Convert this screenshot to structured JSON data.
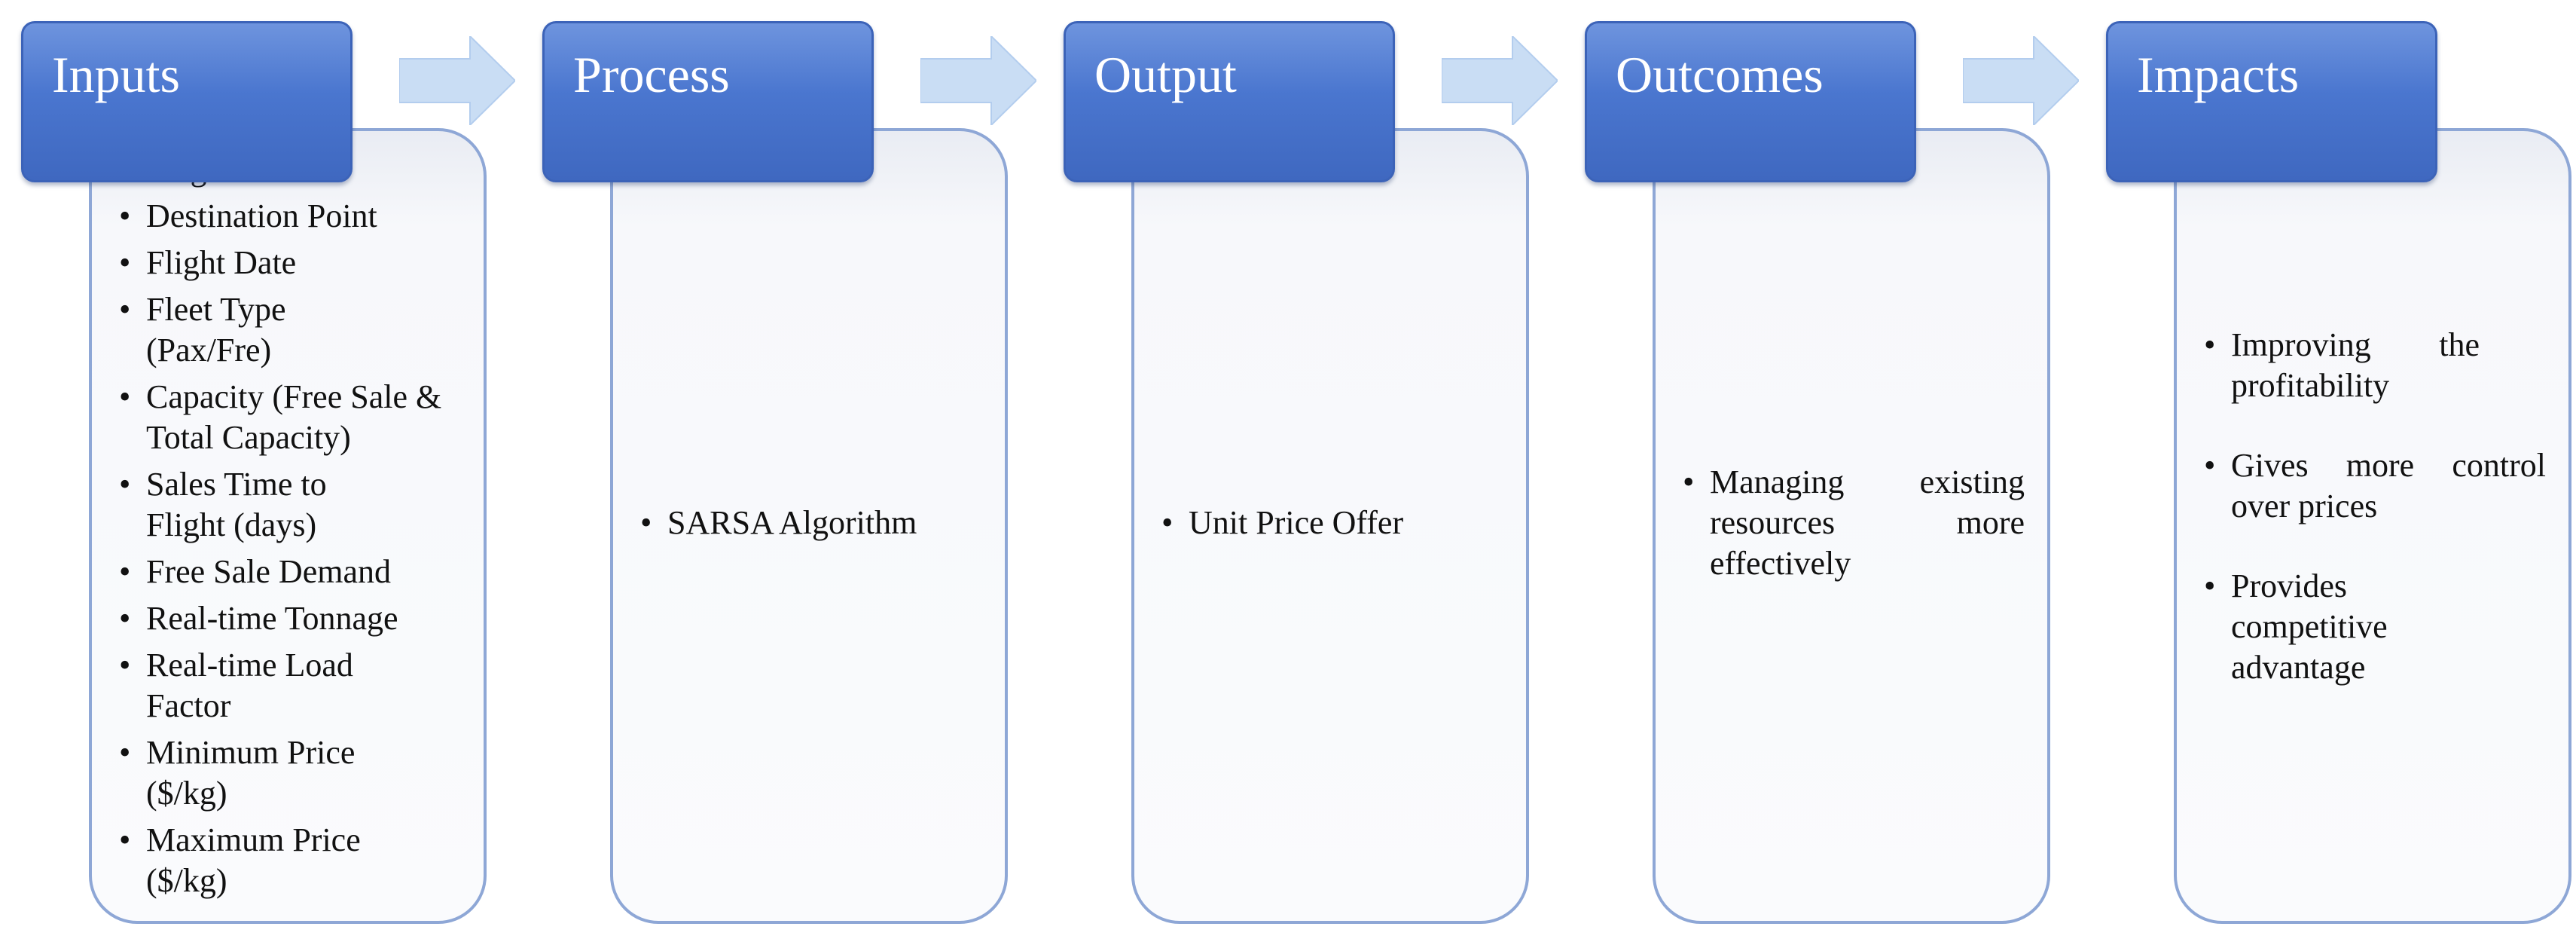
{
  "stages": [
    {
      "id": "inputs",
      "title": "Inputs",
      "items": [
        "Origin Point",
        "Destination Point",
        "Flight Date",
        "Fleet Type (Pax/Fre)",
        "Capacity (Free Sale & Total Capacity)",
        "Sales Time to Flight (days)",
        "Free Sale Demand",
        "Real-time Tonnage",
        "Real-time Load Factor",
        "Minimum Price ($/kg)",
        "Maximum Price ($/kg)"
      ]
    },
    {
      "id": "process",
      "title": "Process",
      "items": [
        "SARSA Algorithm"
      ]
    },
    {
      "id": "output",
      "title": "Output",
      "items": [
        "Unit Price Offer"
      ]
    },
    {
      "id": "outcomes",
      "title": "Outcomes",
      "items": [
        "Managing existing resources more effectively"
      ]
    },
    {
      "id": "impacts",
      "title": "Impacts",
      "items": [
        "Improving the profitability",
        "Gives more control over prices",
        "Provides competitive advantage"
      ]
    }
  ],
  "colors": {
    "header_fill": "#4a76cf",
    "header_border": "#3c63b8",
    "card_border": "#8ea7d6",
    "arrow_fill": "#c9ddf4"
  }
}
